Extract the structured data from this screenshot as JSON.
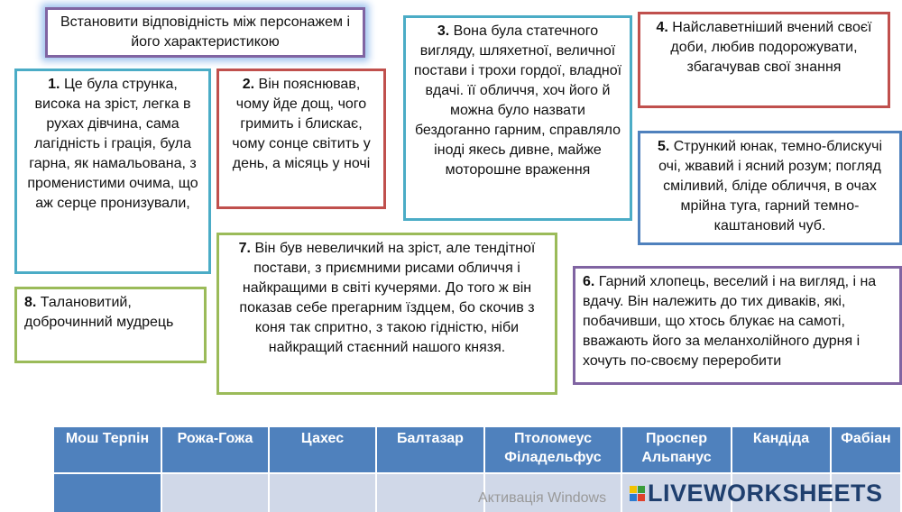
{
  "title": "Встановити відповідність між персонажем і його характеристикою",
  "cards": [
    {
      "num": "1.",
      "text": "Це була струнка, висока на зріст, легка в рухах дівчина, сама лагідність і грація, була гарна, як намальована, з променистими очима, що аж серце пронизували,"
    },
    {
      "num": "2.",
      "text": "Він пояснював, чому йде дощ, чого гримить і блискає, чому сонце  світить у день, а місяць у ночі"
    },
    {
      "num": "3.",
      "text": "Вона була статечного вигляду, шляхетної, величної постави і трохи гордої, владної вдачі. її обличчя, хоч його й можна було назвати бездоганно гарним, справляло іноді якесь дивне, майже моторошне враження"
    },
    {
      "num": "4.",
      "text": "Найславетніший вчений своєї доби, любив подорожувати, збагачував свої знання"
    },
    {
      "num": "5.",
      "text": "Стрункий юнак, темно-блискучі очі, жвавий і ясний розум; погляд сміливий, бліде обличчя, в очах мрійна туга, гарний темно-каштановий чуб."
    },
    {
      "num": "6.",
      "text": "Гарний хлопець, веселий і на вигляд, і на вдачу. Він належить до тих диваків, які, побачивши, що хтось блукає на самоті, вважають його за меланхолійного дурня і хочуть по-своєму переробити"
    },
    {
      "num": "7.",
      "text": "Він був невеличкий на зріст, але тендітної постави, з приємними рисами обличчя і найкращими в світі кучерями. До того ж він показав себе прегарним їздцем, бо скочив з коня так спритно, з такою гідністю, ніби найкращий стаєнний нашого князя."
    },
    {
      "num": "8.",
      "text": "Талановитий, доброчинний мудрець"
    }
  ],
  "table": {
    "headers": [
      "Мош Терпін",
      "Рожа-Гожа",
      "Цахес",
      "Балтазар",
      "Птоломеус Філадельфус",
      "Проспер Альпанус",
      "Кандіда",
      "Фабіан"
    ]
  },
  "logo": "LIVEWORKSHEETS",
  "watermark": "Активація Windows",
  "colors": {
    "header_blue": "#4f81bd",
    "cell": "#d0d8e8"
  }
}
